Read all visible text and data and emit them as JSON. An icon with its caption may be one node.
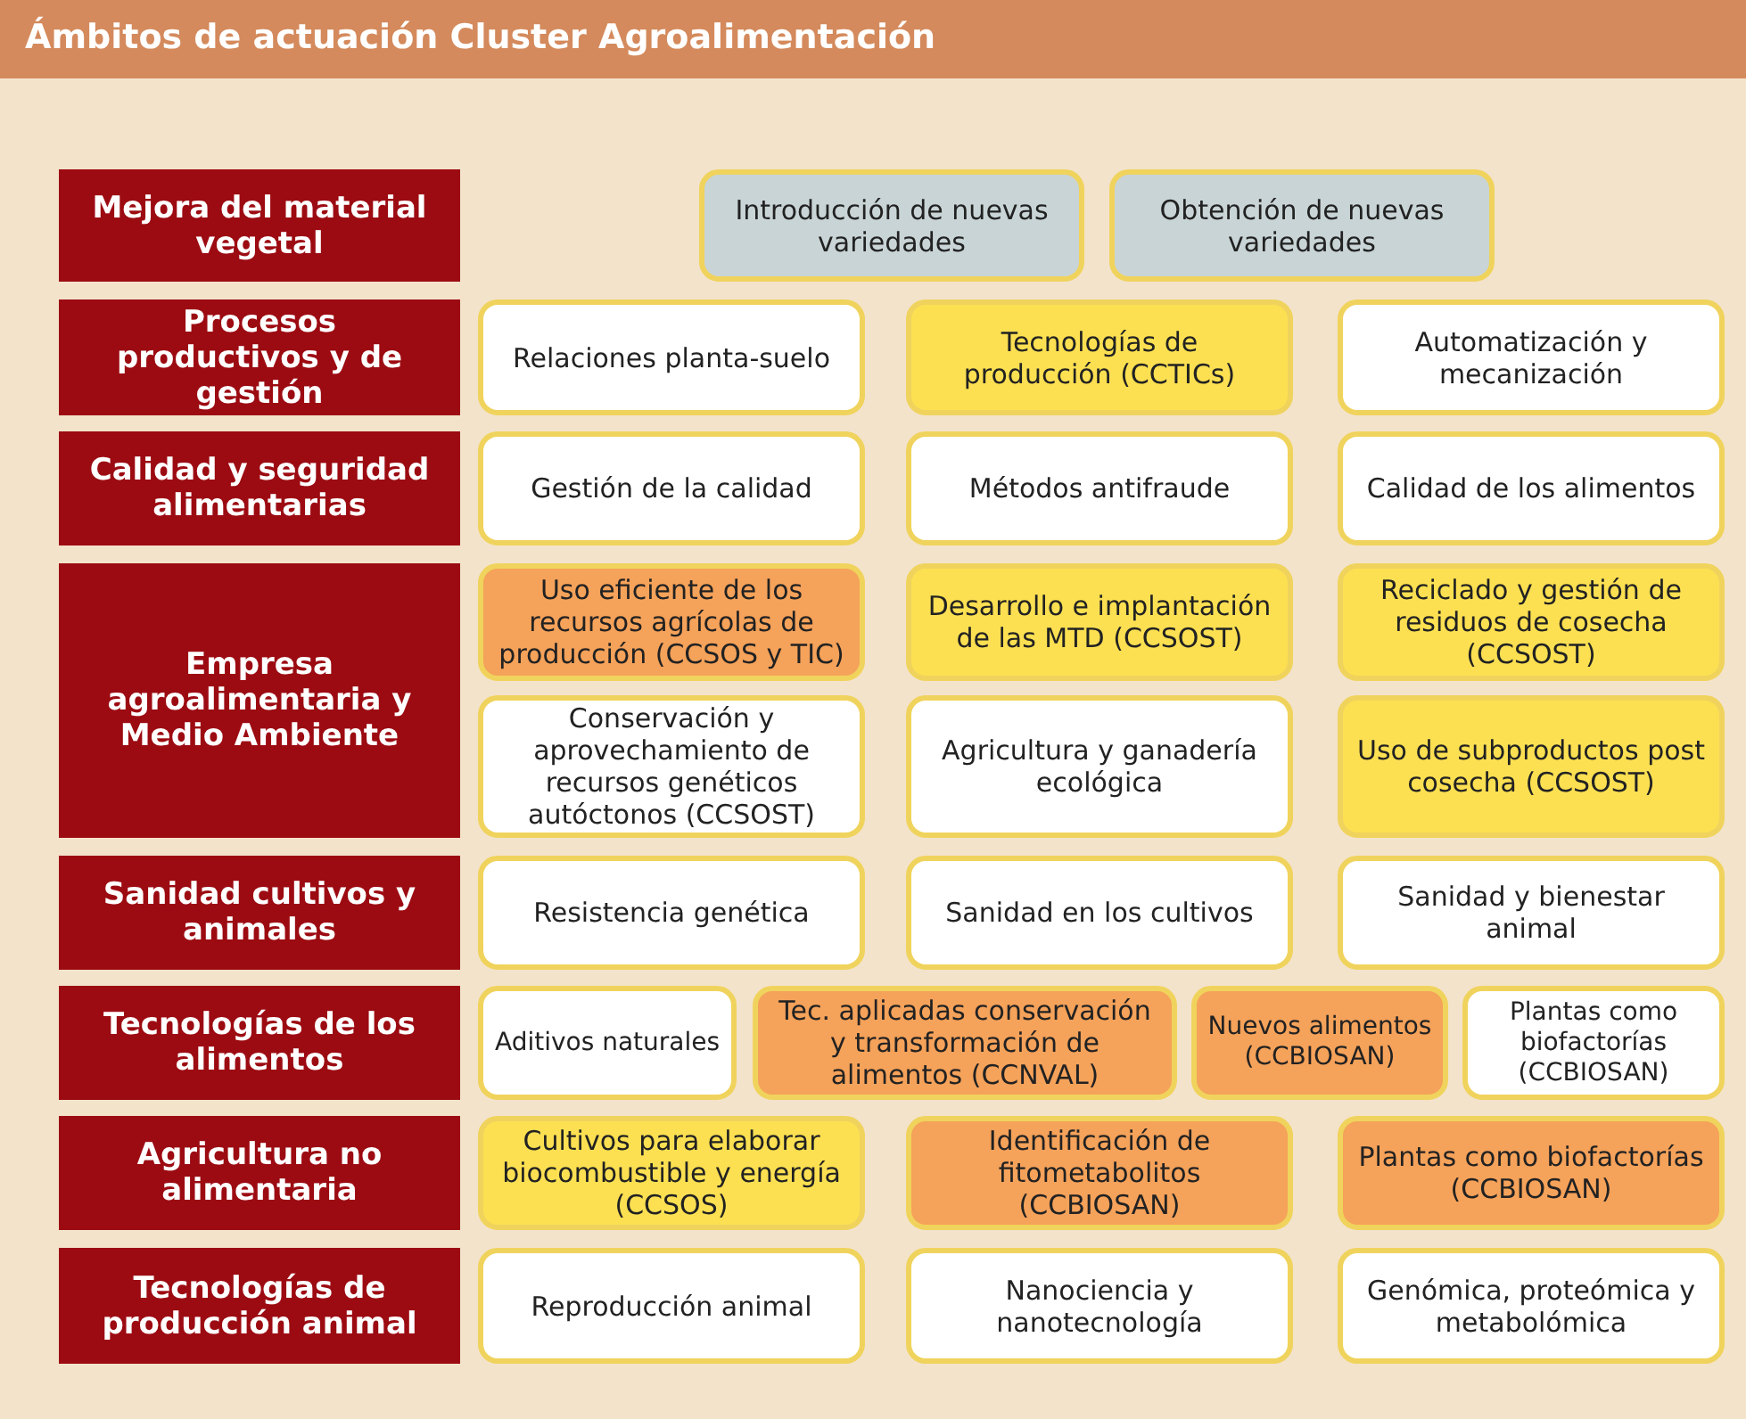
{
  "diagram": {
    "title": "Ámbitos de actuación Cluster Agroalimentación",
    "nodes": [
      {
        "text": [
          "Mejora del material vegetal"
        ]
      },
      {
        "text": [
          "Introducción de nuevas variedades"
        ]
      },
      {
        "text": [
          "Obtención de nuevas variedades"
        ]
      },
      {
        "text": [
          "Procesos productivos y de gestión"
        ]
      },
      {
        "text": [
          "Relaciones planta-suelo"
        ]
      },
      {
        "text": [
          "Tecnologías de producción (CCTICs)"
        ]
      },
      {
        "text": [
          "Automatización y mecanización"
        ]
      },
      {
        "text": [
          "Calidad y seguridad alimentarias"
        ]
      },
      {
        "text": [
          "Gestión de la calidad"
        ]
      },
      {
        "text": [
          "Métodos antifraude"
        ]
      },
      {
        "text": [
          "Calidad de los alimentos"
        ]
      },
      {
        "text": [
          "Empresa agroalimentaria y Medio Ambiente"
        ]
      },
      {
        "text": [
          "Uso eficiente de los recursos agrícolas de producción (CCSOS y TIC)"
        ]
      },
      {
        "text": [
          "Desarrollo e implantación de las MTD (CCSOST)"
        ]
      },
      {
        "text": [
          "Reciclado y gestión de residuos de cosecha (CCSOST)"
        ]
      },
      {
        "text": [
          "Conservación y aprovechamiento de recursos genéticos autóctonos (CCSOST)"
        ]
      },
      {
        "text": [
          "Agricultura y ganadería ecológica"
        ]
      },
      {
        "text": [
          "Uso de subproductos post cosecha (CCSOST)"
        ]
      },
      {
        "text": [
          "Sanidad cultivos y animales"
        ]
      },
      {
        "text": [
          "Resistencia genética"
        ]
      },
      {
        "text": [
          "Sanidad en los cultivos"
        ]
      },
      {
        "text": [
          "Sanidad y bienestar animal"
        ]
      },
      {
        "text": [
          "Tecnologías de los alimentos"
        ]
      },
      {
        "text": [
          "Aditivos naturales"
        ]
      },
      {
        "text": [
          "Tec. aplicadas conservación y transformación de alimentos (CCNVAL)"
        ]
      },
      {
        "text": [
          "Nuevos alimentos (CCBIOSAN)"
        ]
      },
      {
        "text": [
          "Plantas como biofactorías (CCBIOSAN)"
        ]
      },
      {
        "text": [
          "Agricultura no alimentaria"
        ]
      },
      {
        "text": [
          "Cultivos para elaborar biocombustible y energía (CCSOS)"
        ]
      },
      {
        "text": [
          "Identificación de fitometabolitos (CCBIOSAN)"
        ]
      },
      {
        "text": [
          "Plantas como biofactorías (CCBIOSAN)"
        ]
      },
      {
        "text": [
          "Tecnologías de producción animal"
        ]
      },
      {
        "text": [
          "Reproducción animal"
        ]
      },
      {
        "text": [
          "Nanociencia y nanotecnología"
        ]
      },
      {
        "text": [
          "Genómica, proteómica y metabolómica"
        ]
      }
    ]
  }
}
